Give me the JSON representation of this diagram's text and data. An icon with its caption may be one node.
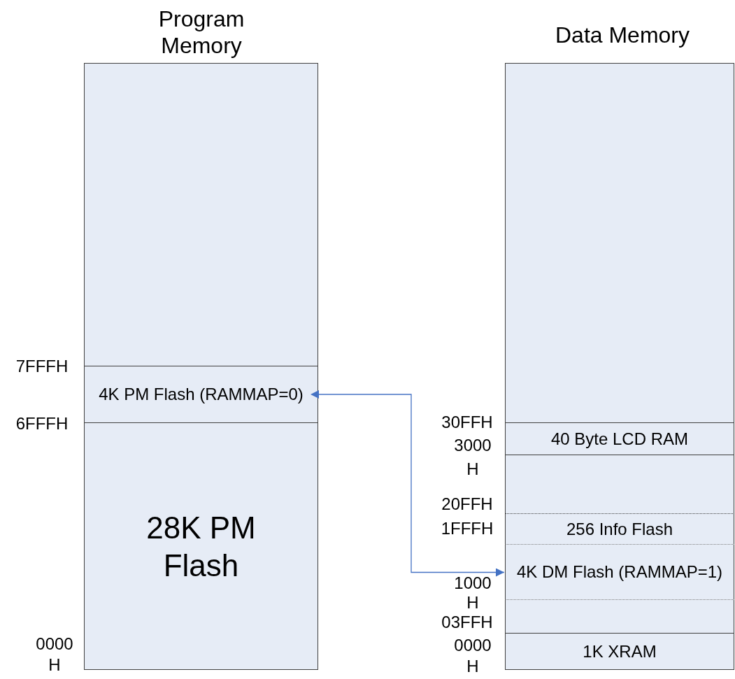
{
  "diagram": {
    "nodes": [
      {
        "text": [
          "Program Memory"
        ]
      },
      {
        "text": [
          "4K PM Flash (RAMMAP=0)"
        ],
        "in": 0
      },
      {
        "text": [
          "28K PM Flash"
        ],
        "in": 0
      },
      {
        "text": [
          "Data Memory"
        ]
      },
      {
        "text": [
          "40 Byte LCD RAM"
        ],
        "in": 3
      },
      {
        "text": [
          "256 Info Flash"
        ],
        "in": 3
      },
      {
        "text": [
          "4K DM Flash (RAMMAP=1)"
        ],
        "in": 3
      },
      {
        "text": [
          "1K XRAM"
        ],
        "in": 3
      }
    ],
    "edges": [
      {
        "from": 1,
        "to": 6,
        "arrow": "both",
        "color": "#4472c4"
      }
    ],
    "labels": [
      "7FFFH",
      "6FFFH",
      "0000 H",
      "30FFH",
      "3000 H",
      "20FFH",
      "1FFFH",
      "1000 H",
      "03FFH",
      "0000 H"
    ]
  }
}
